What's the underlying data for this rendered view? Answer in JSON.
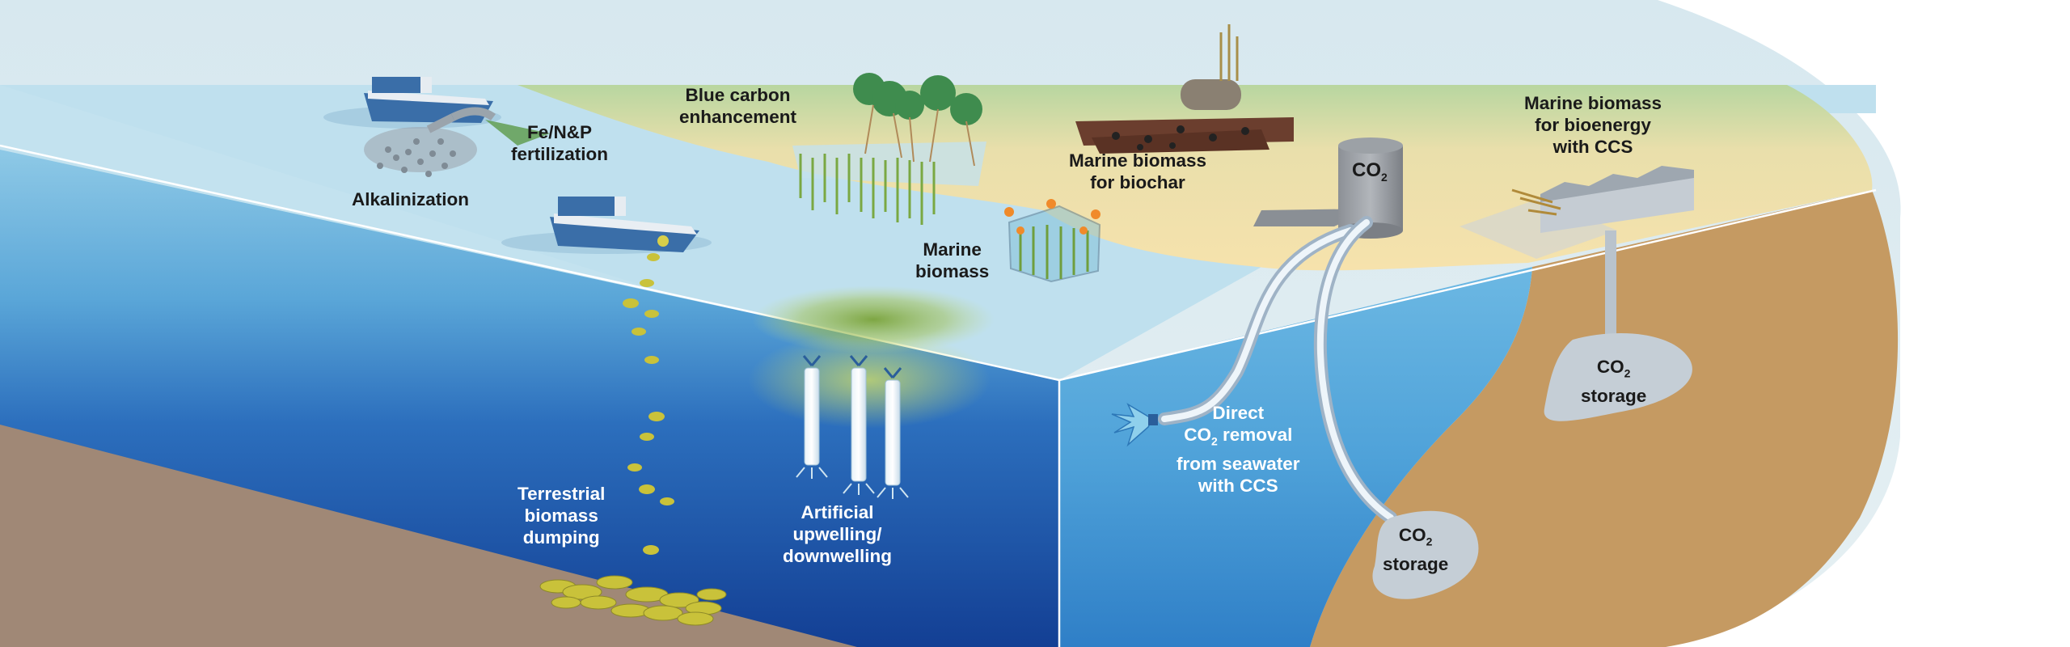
{
  "labels": {
    "alkalinization": "Alkalinization",
    "fertilization": [
      "Fe/N&P",
      "fertilization"
    ],
    "blue_carbon": [
      "Blue carbon",
      "enhancement"
    ],
    "marine_biomass": [
      "Marine",
      "biomass"
    ],
    "biochar": [
      "Marine biomass",
      "for biochar"
    ],
    "bioenergy": [
      "Marine biomass",
      "for bioenergy",
      "with CCS"
    ],
    "terrestrial_dumping": [
      "Terrestrial",
      "biomass",
      "dumping"
    ],
    "upwelling": [
      "Artificial",
      "upwelling/",
      "downwelling"
    ],
    "direct_removal": {
      "line1": "Direct",
      "co2_prefix": "CO",
      "co2_sub": "2",
      "co2_suffix": " removal",
      "line3": "from seawater",
      "line4": "with CCS"
    },
    "storage_land": {
      "co2_prefix": "CO",
      "co2_sub": "2",
      "line2": "storage"
    },
    "storage_sea": {
      "co2_prefix": "CO",
      "co2_sub": "2",
      "line2": "storage"
    },
    "silo": {
      "co2_prefix": "CO",
      "co2_sub": "2"
    }
  },
  "colors": {
    "sky": "#d9e9ef",
    "sea_surface": "#bde0ee",
    "shore": "#f4dfa9",
    "grass": "#b9d79f",
    "ocean_top": "#8fc8e3",
    "ocean_mid": "#3d8fcd",
    "ocean_deep": "#1a4fa0",
    "seabed": "#a08a7a",
    "soil": "#c59a62",
    "storage": "#c5ced6",
    "kelp": "#8ab04a",
    "boat": "#3a6ea8"
  }
}
